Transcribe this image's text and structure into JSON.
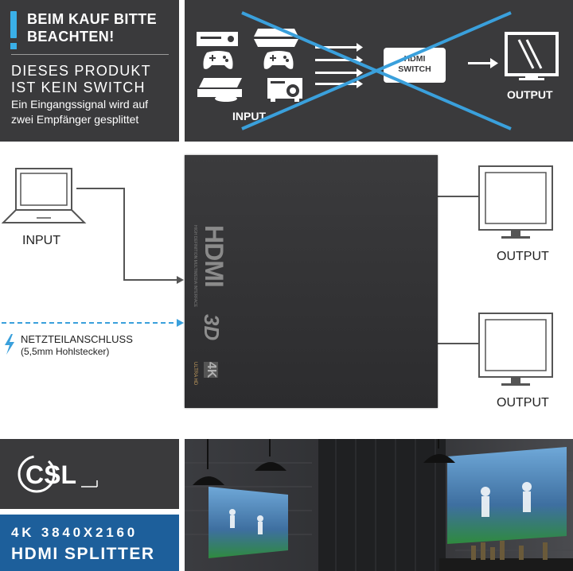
{
  "notice": {
    "heading": "BEIM KAUF BITTE\nBEACHTEN!",
    "subheading": "DIESES PRODUKT\nIST KEIN SWITCH",
    "description": "Ein Eingangssignal wird auf\nzwei Empfänger gesplittet"
  },
  "noswitch_diagram": {
    "input_label": "INPUT",
    "switch_label": "HDMI\nSWITCH",
    "output_label": "OUTPUT",
    "cross_color": "#3aa0dc",
    "devices": [
      "console-icon",
      "game-console-icon",
      "gamepad-icon",
      "gamepad-icon",
      "bluray-player-icon",
      "projector-icon"
    ]
  },
  "diagram": {
    "input_label": "INPUT",
    "output_1_label": "OUTPUT",
    "output_2_label": "OUTPUT",
    "power_title": "NETZTEILANSCHLUSS",
    "power_subtitle": "(5,5mm Hohlstecker)",
    "device_logo_hdmi": "HDMI",
    "device_logo_subtext": "HIGH DEFINITION MULTIMEDIA INTERFACE",
    "device_logo_3d": "3D",
    "device_logo_4k": "4K",
    "device_logo_uhd": "ULTRA HD",
    "accent_color": "#3aa0dc"
  },
  "brand": {
    "logo_text": "CSL"
  },
  "product": {
    "line1": "4K 3840X2160",
    "line2": "HDMI SPLITTER"
  }
}
